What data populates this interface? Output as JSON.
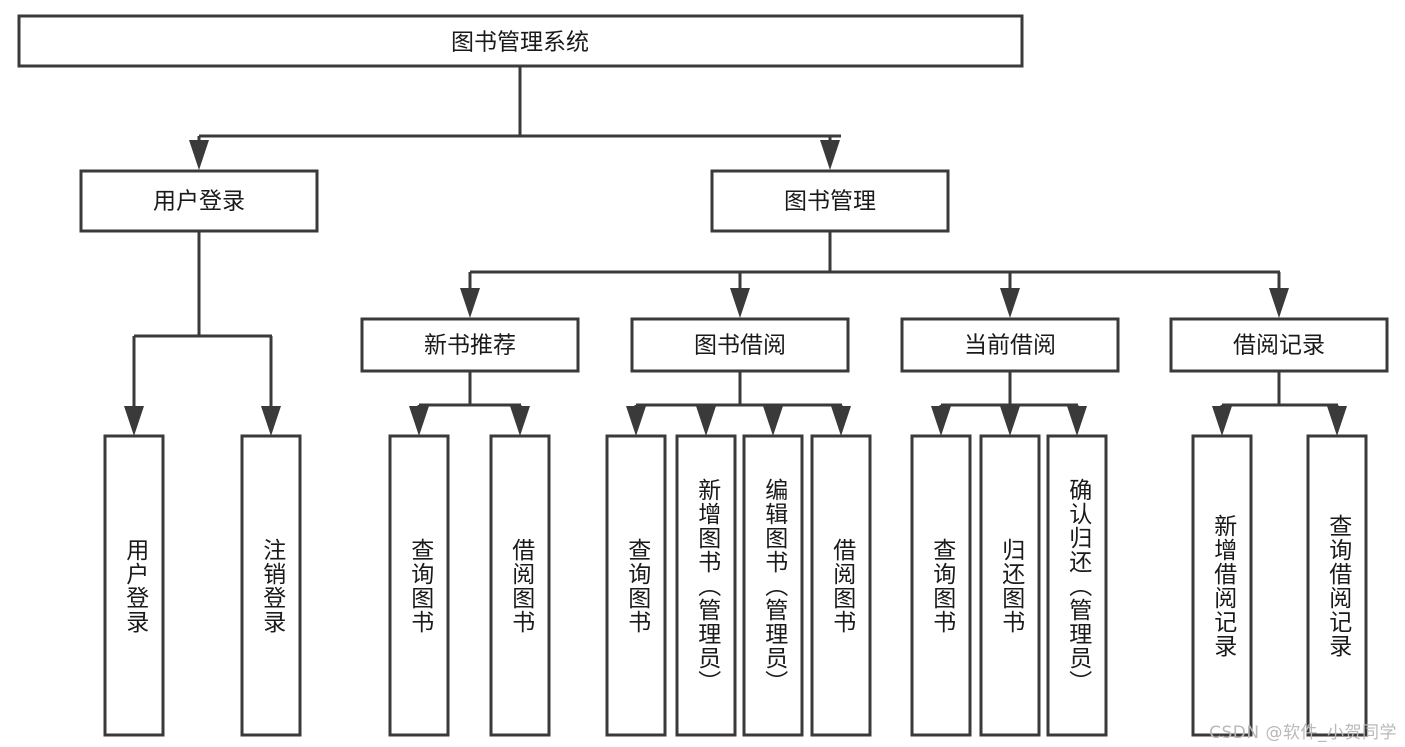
{
  "diagram": {
    "type": "tree-hierarchy",
    "title": "图书管理系统",
    "watermark": "CSDN @软件_小贺同学",
    "colors": {
      "stroke": "#3a3a3a",
      "fill": "#ffffff",
      "text": "#1a1a1a",
      "watermark": "#b9b9b9",
      "background": "#ffffff"
    },
    "root": {
      "label": "图书管理系统"
    },
    "level2": [
      {
        "label": "用户登录"
      },
      {
        "label": "图书管理"
      }
    ],
    "level3": [
      {
        "label": "新书推荐"
      },
      {
        "label": "图书借阅"
      },
      {
        "label": "当前借阅"
      },
      {
        "label": "借阅记录"
      }
    ],
    "leaves": {
      "user_login": [
        {
          "label": "用户登录"
        },
        {
          "label": "注销登录"
        }
      ],
      "new_book_recommend": [
        {
          "label": "查询图书"
        },
        {
          "label": "借阅图书"
        }
      ],
      "book_borrow": [
        {
          "label": "查询图书"
        },
        {
          "label": "新增图书（管理员）"
        },
        {
          "label": "编辑图书（管理员）"
        },
        {
          "label": "借阅图书"
        }
      ],
      "current_borrow": [
        {
          "label": "查询图书"
        },
        {
          "label": "归还图书"
        },
        {
          "label": "确认归还（管理员）"
        }
      ],
      "borrow_record": [
        {
          "label": "新增借阅记录"
        },
        {
          "label": "查询借阅记录"
        }
      ]
    }
  }
}
